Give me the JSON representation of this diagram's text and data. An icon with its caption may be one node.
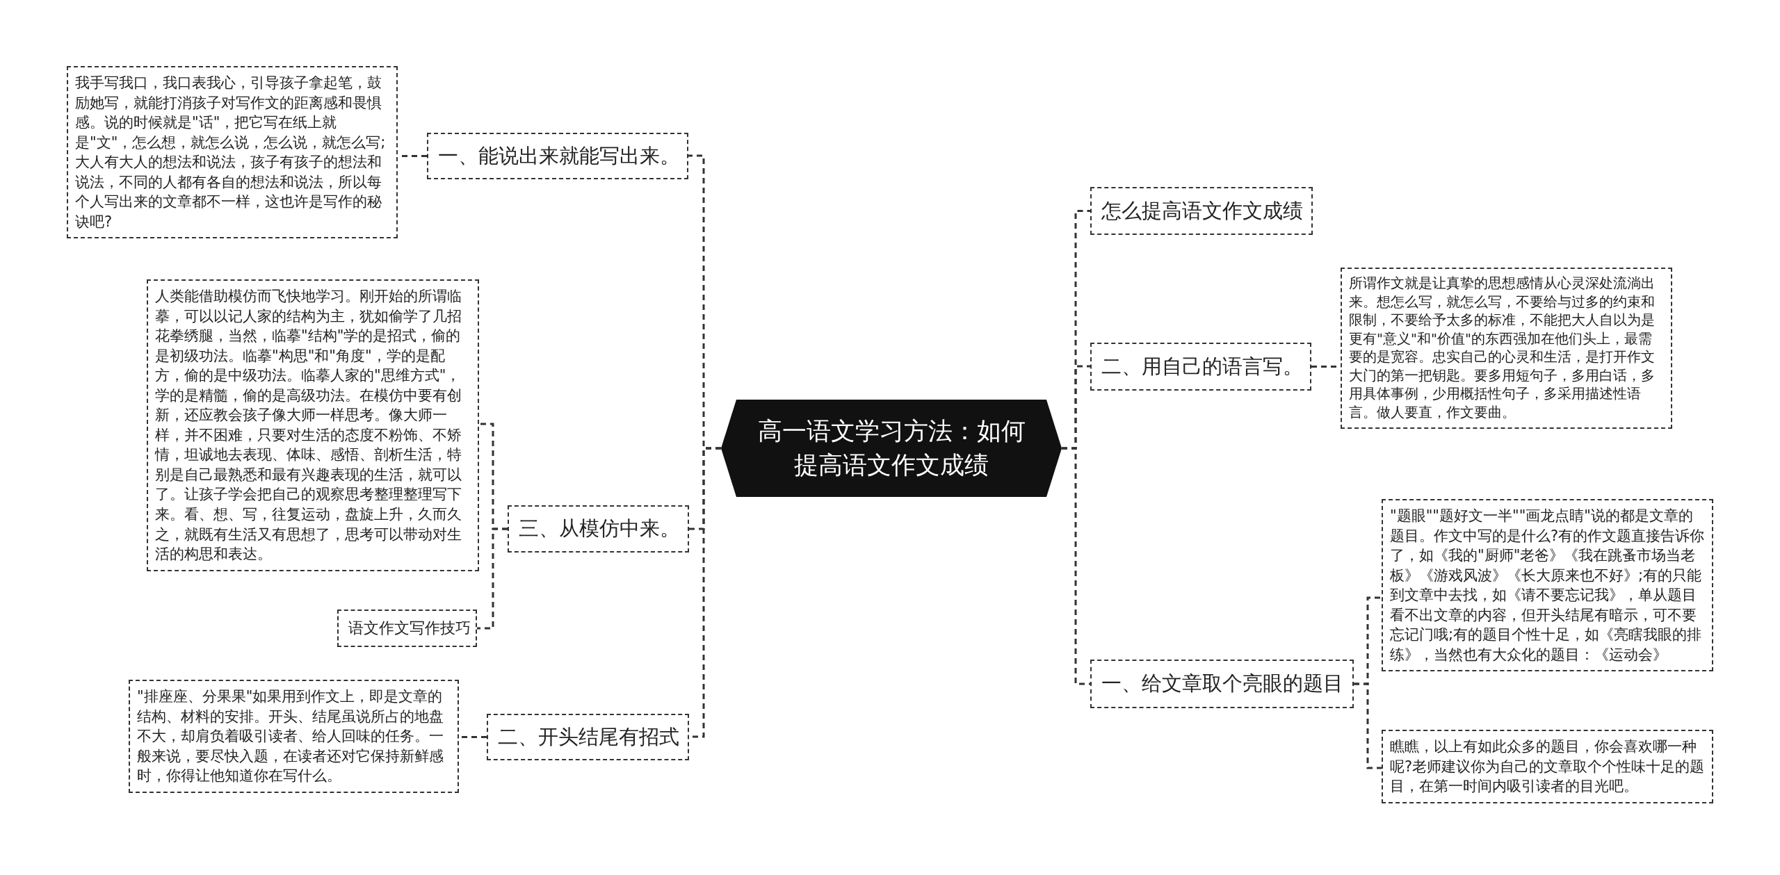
{
  "diagram": {
    "nodes": [
      {
        "text": [
          "高一语文学习方法：如何提高语文作文成绩"
        ]
      },
      {
        "text": [
          "一、能说出来就能写出来。"
        ]
      },
      {
        "text": [
          "我手写我口，我口表我心，引导孩子拿起笔，鼓励她写，就能打消孩子对写作文的距离感和畏惧感。说的时候就是\"话\"，把它写在纸上就是\"文\"，怎么想，就怎么说，怎么说，就怎么写;大人有大人的想法和说法，孩子有孩子的想法和说法，不同的人都有各自的想法和说法，所以每个人写出来的文章都不一样，这也许是写作的秘诀吧?"
        ]
      },
      {
        "text": [
          "三、从模仿中来。"
        ]
      },
      {
        "text": [
          "人类能借助模仿而飞快地学习。刚开始的所谓临摹，可以以记人家的结构为主，犹如偷学了几招花拳绣腿，当然，临摹\"结构\"学的是招式，偷的是初级功法。临摹\"构思\"和\"角度\"，学的是配方，偷的是中级功法。临摹人家的\"思维方式\"，学的是精髓，偷的是高级功法。在模仿中要有创新，还应教会孩子像大师一样思考。像大师一样，并不困难，只要对生活的态度不粉饰、不矫情，坦诚地去表现、体味、感悟、剖析生活，特别是自己最熟悉和最有兴趣表现的生活，就可以了。让孩子学会把自己的观察思考整理整理写下来。看、想、写，往复运动，盘旋上升，久而久之，就既有生活又有思想了，思考可以带动对生活的构思和表达。"
        ]
      },
      {
        "text": [
          "语文作文写作技巧"
        ]
      },
      {
        "text": [
          "二、开头结尾有招式"
        ]
      },
      {
        "text": [
          "\"排座座、分果果\"如果用到作文上，即是文章的结构、材料的安排。开头、结尾虽说所占的地盘不大，却肩负着吸引读者、给人回味的任务。一般来说，要尽快入题，在读者还对它保持新鲜感时，你得让他知道你在写什么。"
        ]
      },
      {
        "text": [
          "怎么提高语文作文成绩"
        ]
      },
      {
        "text": [
          "二、用自己的语言写。"
        ]
      },
      {
        "text": [
          "所谓作文就是让真挚的思想感情从心灵深处流淌出来。想怎么写，就怎么写，不要给与过多的约束和限制，不要给予太多的标准，不能把大人自以为是更有\"意义\"和\"价值\"的东西强加在他们头上，最需要的是宽容。忠实自己的心灵和生活，是打开作文大门的第一把钥匙。要多用短句子，多用白话，多用具体事例，少用概括性句子，多采用描述性语言。做人要直，作文要曲。"
        ]
      },
      {
        "text": [
          "一、给文章取个亮眼的题目"
        ]
      },
      {
        "text": [
          "\"题眼\"\"题好文一半\"\"画龙点睛\"说的都是文章的题目。作文中写的是什么?有的作文题直接告诉你了，如《我的\"厨师\"老爸》《我在跳蚤市场当老板》《游戏风波》《长大原来也不好》;有的只能到文章中去找，如《请不要忘记我》，单从题目看不出文章的内容，但开头结尾有暗示，可不要忘记门哦;有的题目个性十足，如《亮瞎我眼的排练》，当然也有大众化的题目：《运动会》"
        ]
      },
      {
        "text": [
          "瞧瞧，以上有如此众多的题目，你会喜欢哪一种呢?老师建议你为自己的文章取个个性味十足的题目，在第一时间内吸引读者的目光吧。"
        ]
      }
    ],
    "edges": [
      {
        "from": 0,
        "to": 1,
        "arrow": "none"
      },
      {
        "from": 1,
        "to": 2,
        "arrow": "none"
      },
      {
        "from": 0,
        "to": 3,
        "arrow": "none"
      },
      {
        "from": 3,
        "to": 4,
        "arrow": "none"
      },
      {
        "from": 3,
        "to": 5,
        "arrow": "none"
      },
      {
        "from": 0,
        "to": 6,
        "arrow": "none"
      },
      {
        "from": 6,
        "to": 7,
        "arrow": "none"
      },
      {
        "from": 0,
        "to": 8,
        "arrow": "none"
      },
      {
        "from": 0,
        "to": 9,
        "arrow": "none"
      },
      {
        "from": 9,
        "to": 10,
        "arrow": "none"
      },
      {
        "from": 0,
        "to": 11,
        "arrow": "none"
      },
      {
        "from": 11,
        "to": 12,
        "arrow": "none"
      },
      {
        "from": 11,
        "to": 13,
        "arrow": "none"
      }
    ]
  }
}
